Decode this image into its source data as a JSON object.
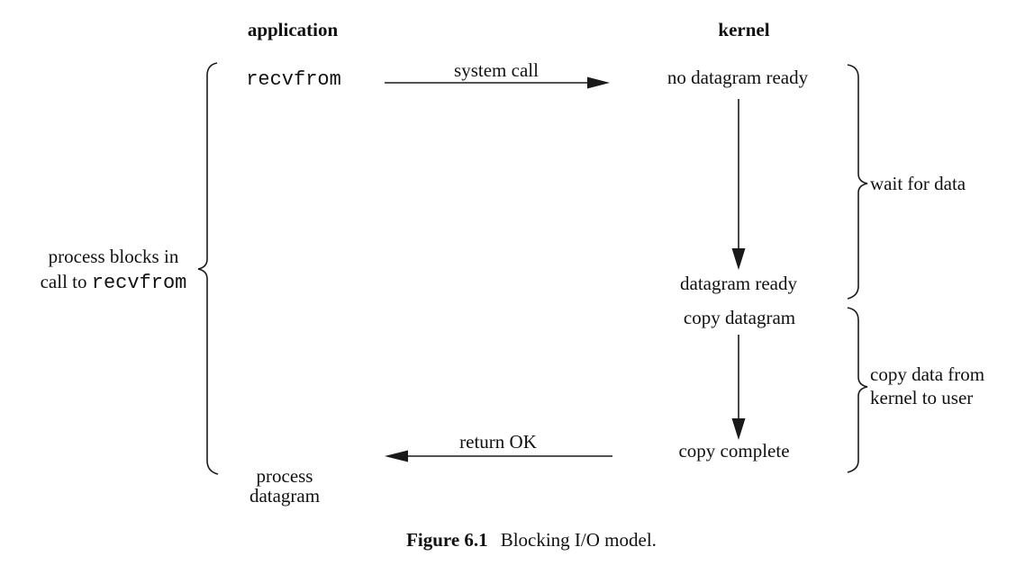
{
  "figure": {
    "columns": {
      "left_header": "application",
      "right_header": "kernel"
    },
    "nodes": {
      "recvfrom": "recvfrom",
      "no_datagram_ready": "no datagram ready",
      "datagram_ready": "datagram ready",
      "copy_datagram": "copy datagram",
      "copy_complete": "copy complete",
      "process_line1": "process",
      "process_line2": "datagram"
    },
    "arrows": {
      "system_call": "system call",
      "return_ok": "return OK"
    },
    "braces": {
      "left_line1": "process blocks in",
      "left_line2_prefix": "call to ",
      "left_line2_code": "recvfrom",
      "wait_label": "wait for data",
      "copy_label_line1": "copy data from",
      "copy_label_line2": "kernel to user"
    },
    "caption": {
      "label": "Figure 6.1",
      "text": "Blocking I/O model."
    },
    "colors": {
      "ink": "#111111",
      "background": "#ffffff"
    }
  }
}
